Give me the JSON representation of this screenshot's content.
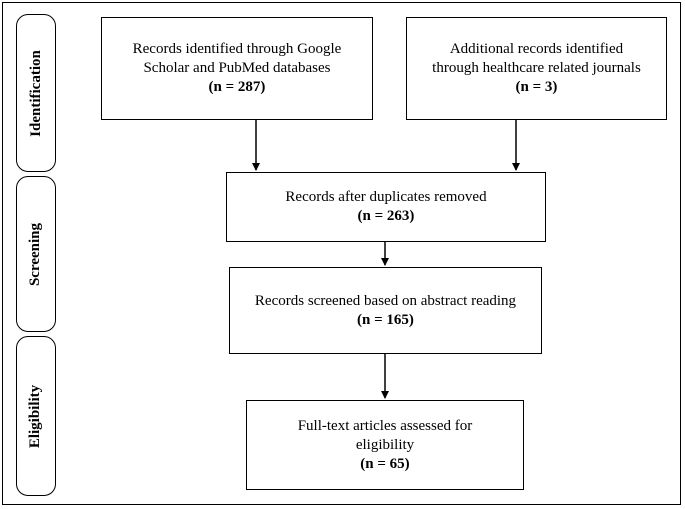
{
  "phases": {
    "identification": "Identification",
    "screening": "Screening",
    "eligibility": "Eligibility"
  },
  "boxes": {
    "records_identified": {
      "line1": "Records identified through Google",
      "line2": "Scholar and PubMed databases",
      "count": "(n = 287)"
    },
    "additional_records": {
      "line1": "Additional records identified",
      "line2": "through healthcare related journals",
      "count": "(n = 3)"
    },
    "duplicates_removed": {
      "line1": "Records after duplicates removed",
      "count": "(n = 263)"
    },
    "screened": {
      "line1": "Records screened based on abstract reading",
      "count": "(n = 165)"
    },
    "full_text": {
      "line1": "Full-text articles assessed for",
      "line2": "eligibility",
      "count": "(n = 65)"
    }
  }
}
